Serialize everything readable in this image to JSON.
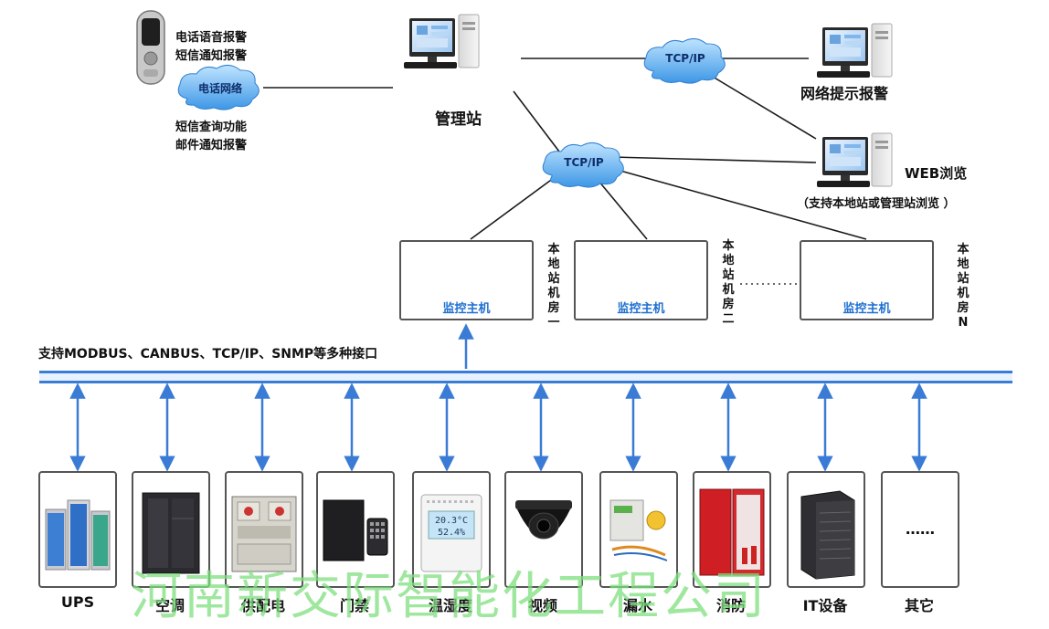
{
  "phone_alarm": {
    "line1": "电话语音报警",
    "line2": "短信通知报警",
    "network": "电话网络",
    "line3": "短信查询功能",
    "line4": "邮件通知报警"
  },
  "management_station": "管理站",
  "tcpip_top": "TCP/IP",
  "tcpip_mid": "TCP/IP",
  "network_alarm": "网络提示报警",
  "web_browse": "WEB浏览",
  "web_note": "（支持本地站或管理站浏览 ）",
  "local_stations": [
    {
      "caption": "监控主机",
      "room": "本地站机房一"
    },
    {
      "caption": "监控主机",
      "room": "本地站机房二"
    },
    {
      "caption": "监控主机",
      "room": "本地站机房N"
    }
  ],
  "ellipsis": "………",
  "interface_text": "支持MODBUS、CANBUS、TCP/IP、SNMP等多种接口",
  "devices": [
    {
      "label": "UPS",
      "icon": "ups-icon"
    },
    {
      "label": "空调",
      "icon": "air-conditioner-icon"
    },
    {
      "label": "供配电",
      "icon": "power-distribution-icon"
    },
    {
      "label": "门禁",
      "icon": "access-control-icon"
    },
    {
      "label": "温湿度",
      "icon": "thermo-hygrometer-icon",
      "temp": "20.3°C",
      "humidity": "52.4%"
    },
    {
      "label": "视频",
      "icon": "dome-camera-icon"
    },
    {
      "label": "漏水",
      "icon": "water-leak-icon"
    },
    {
      "label": "消防",
      "icon": "fire-protection-icon"
    },
    {
      "label": "IT设备",
      "icon": "server-icon"
    },
    {
      "label": "其它",
      "icon": "other-icon",
      "dots": "……"
    }
  ],
  "watermark": "河南新交际智能化工程公司",
  "colors": {
    "bus": "#3a7bd5",
    "arrow": "#3a7bd5",
    "cloud": "#5fb0ef",
    "caption": "#1e6fd0",
    "watermark": "#7fe07f"
  }
}
